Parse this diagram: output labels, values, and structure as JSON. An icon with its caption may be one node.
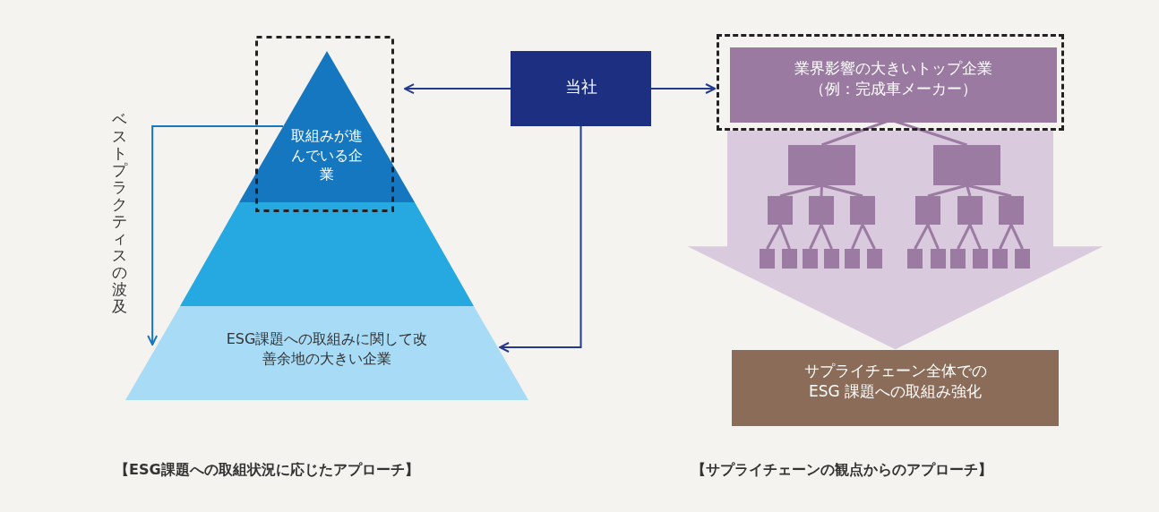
{
  "diagram": {
    "nodes": [
      {
        "text": [
          "取組みが進んでいる企業"
        ]
      },
      {
        "text": [],
        "shape": "band"
      },
      {
        "text": [
          "ESG課題への取組みに関して改善余地の大きい企業"
        ]
      },
      {
        "text": [
          "当社"
        ]
      },
      {
        "text": [],
        "shape": "box"
      },
      {
        "text": [
          "業界影響の大きいトップ企業",
          "（例：完成車メーカー）"
        ],
        "in": 4
      },
      {
        "text": [],
        "shape": "box"
      },
      {
        "text": [],
        "shape": "box"
      },
      {
        "text": [],
        "shape": "box"
      },
      {
        "text": [],
        "shape": "box"
      },
      {
        "text": [],
        "shape": "box"
      },
      {
        "text": [],
        "shape": "box"
      },
      {
        "text": [],
        "shape": "box"
      },
      {
        "text": [],
        "shape": "box"
      },
      {
        "text": [],
        "shape": "box"
      },
      {
        "text": [],
        "shape": "box"
      },
      {
        "text": [],
        "shape": "box"
      },
      {
        "text": [],
        "shape": "box"
      },
      {
        "text": [],
        "shape": "box"
      },
      {
        "text": [],
        "shape": "box"
      },
      {
        "text": [],
        "shape": "box"
      },
      {
        "text": [],
        "shape": "box"
      },
      {
        "text": [],
        "shape": "box"
      },
      {
        "text": [],
        "shape": "box"
      },
      {
        "text": [],
        "shape": "box"
      },
      {
        "text": [],
        "shape": "box"
      },
      {
        "text": [
          "サプライチェーン全体でのESG 課題への取組み強化"
        ]
      }
    ],
    "edges": [
      {
        "from": 3,
        "to": 0,
        "arrow": "to",
        "color": "#233a8f"
      },
      {
        "from": 3,
        "to": 4,
        "arrow": "to",
        "color": "#233a8f"
      },
      {
        "from": 3,
        "to": 2,
        "arrow": "to",
        "color": "#233a8f"
      },
      {
        "from": 0,
        "to": 2,
        "arrow": "to",
        "label": "ベストプラクティスの波及",
        "color": "#1577c0"
      },
      {
        "from": 4,
        "to": 26,
        "arrow": "to",
        "style": "thick",
        "color": "#d9cadd"
      },
      {
        "from": 5,
        "to": 6,
        "arrow": "none"
      },
      {
        "from": 5,
        "to": 7,
        "arrow": "none"
      },
      {
        "from": 6,
        "to": 8,
        "arrow": "none"
      },
      {
        "from": 6,
        "to": 9,
        "arrow": "none"
      },
      {
        "from": 6,
        "to": 10,
        "arrow": "none"
      },
      {
        "from": 7,
        "to": 11,
        "arrow": "none"
      },
      {
        "from": 7,
        "to": 12,
        "arrow": "none"
      },
      {
        "from": 7,
        "to": 13,
        "arrow": "none"
      },
      {
        "from": 8,
        "to": 14,
        "arrow": "none"
      },
      {
        "from": 8,
        "to": 15,
        "arrow": "none"
      },
      {
        "from": 9,
        "to": 16,
        "arrow": "none"
      },
      {
        "from": 9,
        "to": 17,
        "arrow": "none"
      },
      {
        "from": 10,
        "to": 18,
        "arrow": "none"
      },
      {
        "from": 10,
        "to": 19,
        "arrow": "none"
      },
      {
        "from": 11,
        "to": 20,
        "arrow": "none"
      },
      {
        "from": 11,
        "to": 21,
        "arrow": "none"
      },
      {
        "from": 12,
        "to": 22,
        "arrow": "none"
      },
      {
        "from": 12,
        "to": 23,
        "arrow": "none"
      },
      {
        "from": 13,
        "to": 24,
        "arrow": "none"
      },
      {
        "from": 13,
        "to": 25,
        "arrow": "none"
      }
    ],
    "labels": [
      "【ESG課題への取組状況に応じたアプローチ】",
      "【サプライチェーンの観点からのアプローチ】"
    ]
  }
}
